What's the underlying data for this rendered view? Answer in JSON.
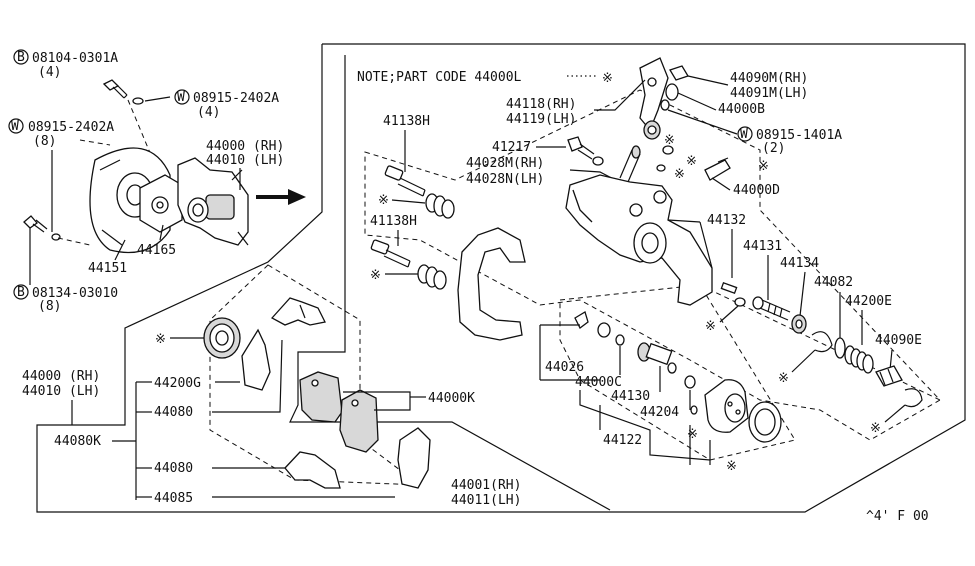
{
  "labels": {
    "bolt_top": "08104-0301A",
    "bolt_top_qty": "(4)",
    "washer_top": "08915-2402A",
    "washer_top_qty": "(4)",
    "washer_left": "08915-2402A",
    "washer_left_qty": "(8)",
    "bolt_bottom": "08134-03010",
    "bolt_bottom_qty": "(8)",
    "caliper_assy_rh": "44000 (RH)",
    "caliper_assy_lh": "44010 (LH)",
    "plate": "44151",
    "bracket": "44165",
    "note": "NOTE;PART CODE 44000L",
    "p44090m": "44090M(RH)",
    "p44091m": "44091M(LH)",
    "p44000b": "44000B",
    "p44118": "44118(RH)",
    "p44119": "44119(LH)",
    "washer_right": "08915-1401A",
    "washer_right_qty": "(2)",
    "p41138h_top": "41138H",
    "p41217": "41217",
    "p44028m": "44028M(RH)",
    "p44028n": "44028N(LH)",
    "p44000d": "44000D",
    "p41138h_mid": "41138H",
    "p44132": "44132",
    "p44131": "44131",
    "p44134": "44134",
    "p44082": "44082",
    "p44200e": "44200E",
    "p44090e": "44090E",
    "p44026": "44026",
    "p44000c": "44000C",
    "p44130": "44130",
    "p44204": "44204",
    "p44122": "44122",
    "p44000k": "44000K",
    "p44001": "44001(RH)",
    "p44011": "44011(LH)",
    "main_rh": "44000 (RH)",
    "main_lh": "44010 (LH)",
    "p44200g": "44200G",
    "p44080_a": "44080",
    "p44080k": "44080K",
    "p44080_b": "44080",
    "p44085": "44085",
    "footer_code": "^4' F 00",
    "mark_b": "B",
    "mark_w": "W"
  },
  "colors": {
    "ink": "#111111",
    "paper": "#ffffff",
    "shade": "#d8d8d8"
  }
}
